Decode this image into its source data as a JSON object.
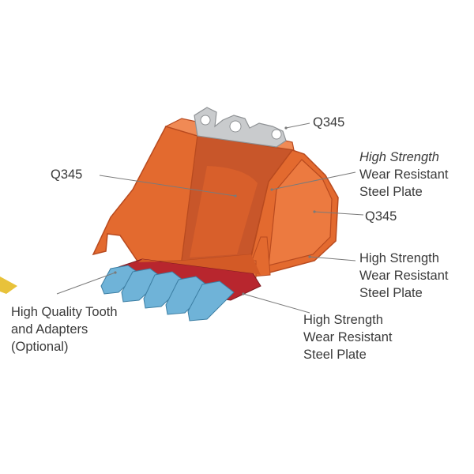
{
  "colors": {
    "bucket_body": "#e36a2f",
    "bucket_shadow": "#b84a1f",
    "bucket_light": "#f08a55",
    "ear_plate": "#c9cbcd",
    "tooth": "#6fb3d8",
    "cutting_edge": "#b8262e",
    "leader_line": "#7a7a7a",
    "text": "#3a3a3a"
  },
  "labels": {
    "top_ears": "Q345",
    "inner_left": "Q345",
    "side_top": [
      "High Strength",
      "Wear Resistant",
      "Steel Plate"
    ],
    "side_right": "Q345",
    "side_bottom": [
      "High Strength",
      "Wear Resistant",
      "Steel Plate"
    ],
    "teeth": [
      "High Quality Tooth",
      "and Adapters",
      "(Optional)"
    ],
    "cutting_edge": [
      "High Strength",
      "Wear Resistant",
      "Steel Plate"
    ]
  }
}
